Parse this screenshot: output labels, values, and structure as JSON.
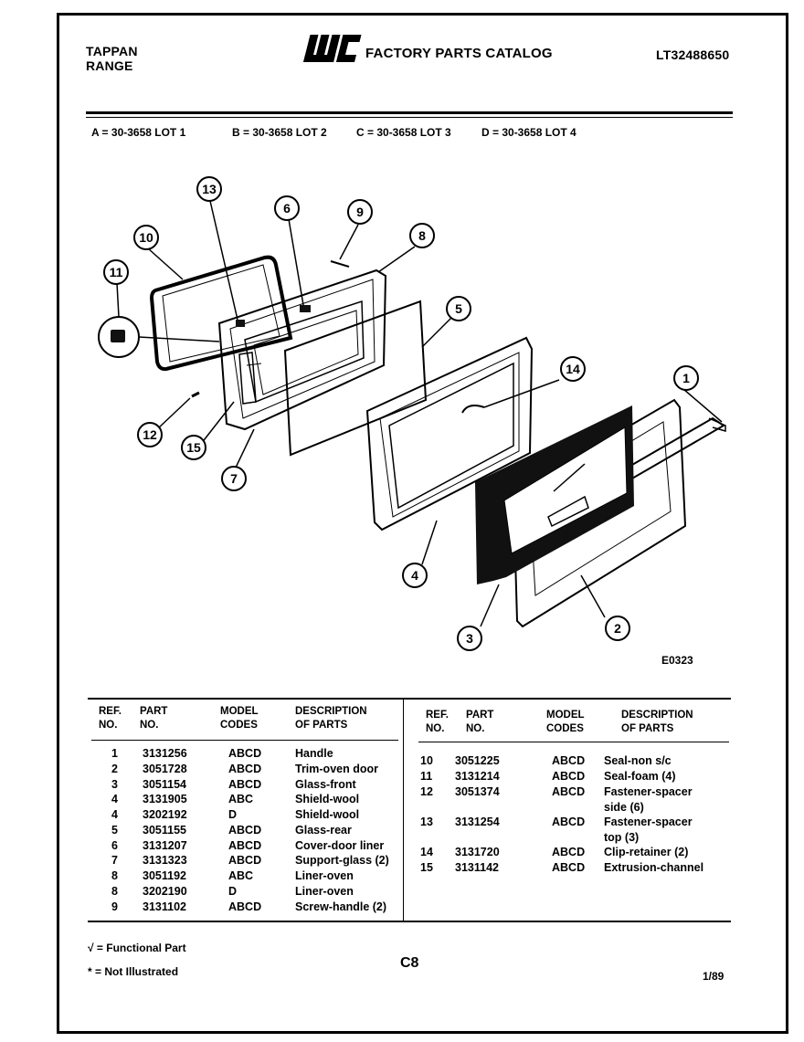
{
  "header": {
    "brand_line1": "TAPPAN",
    "brand_line2": "RANGE",
    "logo_text": "WCI",
    "catalog_title": "FACTORY PARTS CATALOG",
    "catalog_number": "LT32488650"
  },
  "lots": [
    "A = 30-3658 LOT 1",
    "B = 30-3658 LOT 2",
    "C = 30-3658 LOT 3",
    "D = 30-3658 LOT 4"
  ],
  "diagram": {
    "code": "E0323",
    "callouts": [
      "1",
      "2",
      "3",
      "4",
      "5",
      "6",
      "7",
      "8",
      "9",
      "10",
      "11",
      "12",
      "13",
      "14",
      "15"
    ]
  },
  "table": {
    "headers": {
      "ref_line1": "REF.",
      "ref_line2": "NO.",
      "part_line1": "PART",
      "part_line2": "NO.",
      "model_line1": "MODEL",
      "model_line2": "CODES",
      "desc_line1": "DESCRIPTION",
      "desc_line2": "OF PARTS"
    },
    "left_rows": [
      {
        "ref": "1",
        "part": "3131256",
        "codes": "ABCD",
        "desc": "Handle"
      },
      {
        "ref": "2",
        "part": "3051728",
        "codes": "ABCD",
        "desc": "Trim-oven door"
      },
      {
        "ref": "3",
        "part": "3051154",
        "codes": "ABCD",
        "desc": "Glass-front"
      },
      {
        "ref": "4",
        "part": "3131905",
        "codes": "ABC",
        "desc": "Shield-wool"
      },
      {
        "ref": "4",
        "part": "3202192",
        "codes": "D",
        "desc": "Shield-wool"
      },
      {
        "ref": "5",
        "part": "3051155",
        "codes": "ABCD",
        "desc": "Glass-rear"
      },
      {
        "ref": "6",
        "part": "3131207",
        "codes": "ABCD",
        "desc": "Cover-door liner"
      },
      {
        "ref": "7",
        "part": "3131323",
        "codes": "ABCD",
        "desc": "Support-glass (2)"
      },
      {
        "ref": "8",
        "part": "3051192",
        "codes": "ABC",
        "desc": "Liner-oven"
      },
      {
        "ref": "8",
        "part": "3202190",
        "codes": "D",
        "desc": "Liner-oven"
      },
      {
        "ref": "9",
        "part": "3131102",
        "codes": "ABCD",
        "desc": "Screw-handle (2)"
      }
    ],
    "right_rows": [
      {
        "ref": "10",
        "part": "3051225",
        "codes": "ABCD",
        "desc": "Seal-non s/c",
        "desc2": ""
      },
      {
        "ref": "11",
        "part": "3131214",
        "codes": "ABCD",
        "desc": "Seal-foam (4)",
        "desc2": ""
      },
      {
        "ref": "12",
        "part": "3051374",
        "codes": "ABCD",
        "desc": "Fastener-spacer",
        "desc2": "side (6)"
      },
      {
        "ref": "13",
        "part": "3131254",
        "codes": "ABCD",
        "desc": "Fastener-spacer",
        "desc2": "top (3)"
      },
      {
        "ref": "14",
        "part": "3131720",
        "codes": "ABCD",
        "desc": "Clip-retainer (2)",
        "desc2": ""
      },
      {
        "ref": "15",
        "part": "3131142",
        "codes": "ABCD",
        "desc": "Extrusion-channel",
        "desc2": ""
      }
    ]
  },
  "footer": {
    "legend_functional": "√ = Functional Part",
    "legend_not_illustrated": "* = Not Illustrated",
    "page_code": "C8",
    "date": "1/89"
  }
}
